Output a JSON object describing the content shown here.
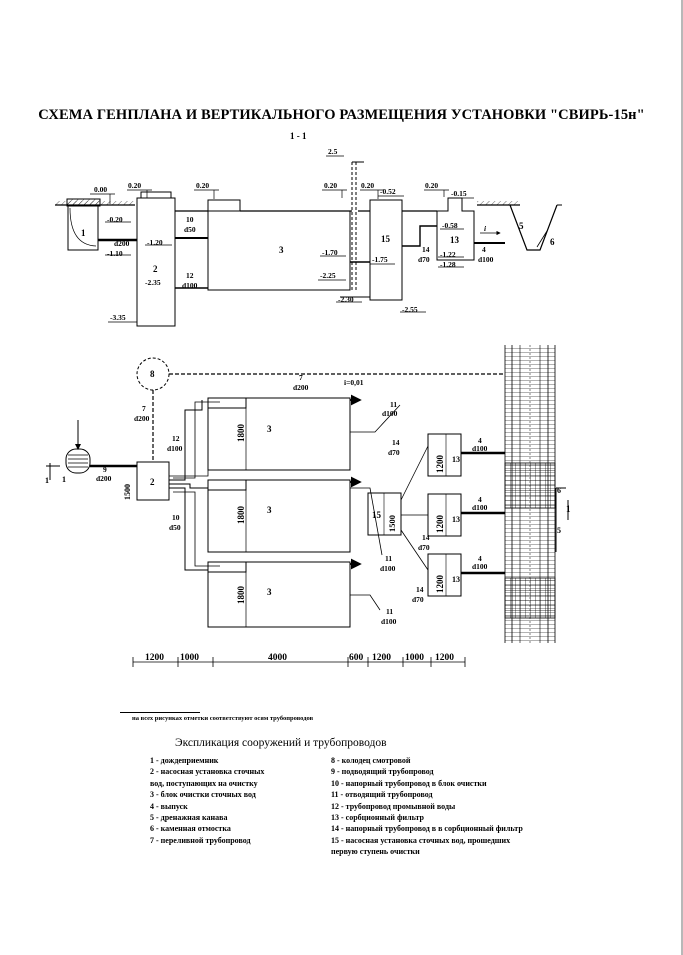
{
  "title": "СХЕМА ГЕНПЛАНА И ВЕРТИКАЛЬНОГО РАЗМЕЩЕНИЯ УСТАНОВКИ \"СВИРЬ-15н\"",
  "section_label": "1 - 1",
  "section": {
    "elevations": [
      "0.00",
      "0.20",
      "0.20",
      "0.20",
      "0.20",
      "0.20",
      "-0.20",
      "-1.20",
      "-1.10",
      "-2.35",
      "-3.35",
      "-1.70",
      "-2.25",
      "-2.30",
      "-1.75",
      "-2.55",
      "-0.52",
      "-0.15",
      "-0.58",
      "-1.22",
      "-1.28",
      "2.5"
    ],
    "structure_numbers": [
      "1",
      "2",
      "3",
      "15",
      "13",
      "5",
      "6"
    ],
    "pipe_labels": [
      {
        "num": "10",
        "dia": "d50"
      },
      {
        "num": "12",
        "dia": "d100"
      },
      {
        "num": "14",
        "dia": "d70"
      },
      {
        "num": "4",
        "dia": "d100"
      }
    ],
    "d200": "d200",
    "slope": "i"
  },
  "plan": {
    "well_number": "8",
    "pipe7_top": {
      "num": "7",
      "dia": "d200"
    },
    "slope_label": "i=0,01",
    "pipe7_left": {
      "num": "7",
      "dia": "d200"
    },
    "pipe12": {
      "num": "12",
      "dia": "d100"
    },
    "pipe9": {
      "num": "9",
      "dia": "d200"
    },
    "pipe10": {
      "num": "10",
      "dia": "d50"
    },
    "pump_station": "2",
    "pump_dim": "1500",
    "rainwater_num": "1",
    "section_mark": "1",
    "block_number": "3",
    "block_dim": "1800",
    "pipes11": [
      {
        "num": "11",
        "dia": "d100"
      },
      {
        "num": "11",
        "dia": "d100"
      },
      {
        "num": "11",
        "dia": "d100"
      }
    ],
    "pipes14": [
      {
        "num": "14",
        "dia": "d70"
      },
      {
        "num": "14",
        "dia": "d70"
      },
      {
        "num": "14",
        "dia": "d70"
      }
    ],
    "unit15": {
      "num": "15",
      "dim": "1500"
    },
    "filters": [
      {
        "num": "13",
        "dim": "1200"
      },
      {
        "num": "13",
        "dim": "1200"
      },
      {
        "num": "13",
        "dim": "1200"
      }
    ],
    "outlets": [
      {
        "num": "4",
        "dia": "d100"
      },
      {
        "num": "4",
        "dia": "d100"
      },
      {
        "num": "4",
        "dia": "d100"
      }
    ],
    "channel_nums": [
      "6",
      "5"
    ],
    "dimensions": [
      "1200",
      "1000",
      "4000",
      "600",
      "1200",
      "1000",
      "1200"
    ]
  },
  "footnote": "на всех рисунках отметки соответствуют осям трубопроводов",
  "explication_title": "Экспликация сооружений и трубопроводов",
  "explication_left": [
    "1 - дождеприемник",
    "2 - насосная установка сточных\nвод, поступающих на очистку",
    "3 - блок очистки сточных вод",
    "4 - выпуск",
    "5 - дренажная канава",
    "6 - каменная отмостка",
    "7 -  переливной трубопровод"
  ],
  "explication_right": [
    "8 - колодец смотровой",
    "9 - подводящий трубопровод",
    "10 - напорный трубопровод в блок очистки",
    "11 - отводящий трубопровод",
    "12 -  трубопровод промывной воды",
    "13 - сорбционный фильтр",
    "14 - напорный  трубопровод в в сорбционный фильтр",
    "15 - насосная установка сточных вод, прошедших\nпервую ступень очистки"
  ]
}
